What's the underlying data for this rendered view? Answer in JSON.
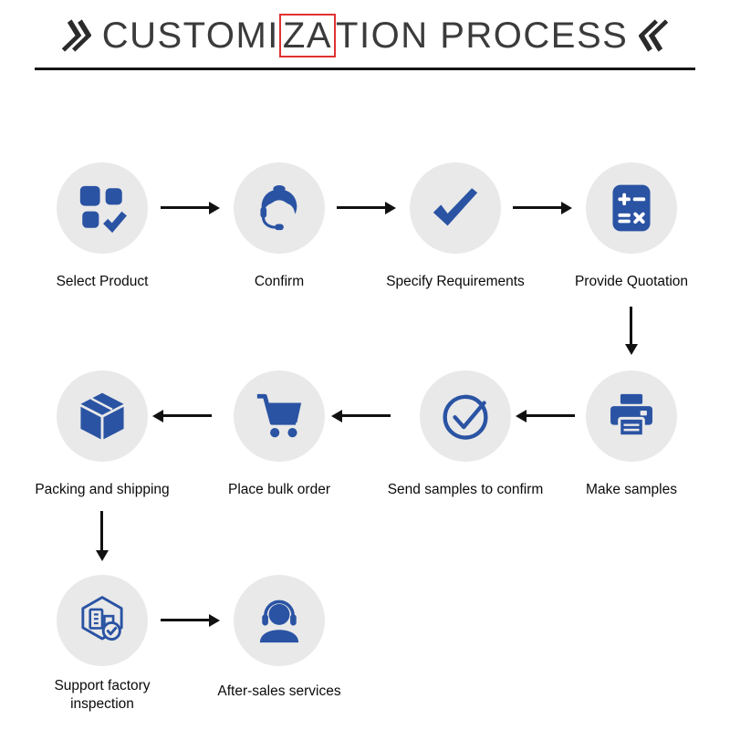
{
  "title": {
    "text_part1": "CUSTOMI",
    "text_highlight": "ZA",
    "text_part2": "TION PROCESS",
    "left_mark": "double-chevron-right",
    "right_mark": "double-chevron-left"
  },
  "steps": [
    {
      "label": "Select Product",
      "icon": "product-grid-check-icon"
    },
    {
      "label": "Confirm",
      "icon": "support-agent-icon"
    },
    {
      "label": "Specify Requirements",
      "icon": "checkmark-icon"
    },
    {
      "label": "Provide Quotation",
      "icon": "calculator-icon"
    },
    {
      "label": "Make samples",
      "icon": "printer-icon"
    },
    {
      "label": "Send samples to confirm",
      "icon": "check-circle-icon"
    },
    {
      "label": "Place bulk order",
      "icon": "shopping-cart-icon"
    },
    {
      "label": "Packing and shipping",
      "icon": "package-box-icon"
    },
    {
      "label": "Support factory inspection",
      "icon": "factory-inspection-icon"
    },
    {
      "label": "After-sales services",
      "icon": "headset-support-icon"
    }
  ],
  "colors": {
    "icon_blue": "#2a53a3",
    "circle_bg": "#e9e9e9",
    "arrow_black": "#111111",
    "title_gray": "#3b3b3b",
    "highlight_red": "#e03131"
  }
}
